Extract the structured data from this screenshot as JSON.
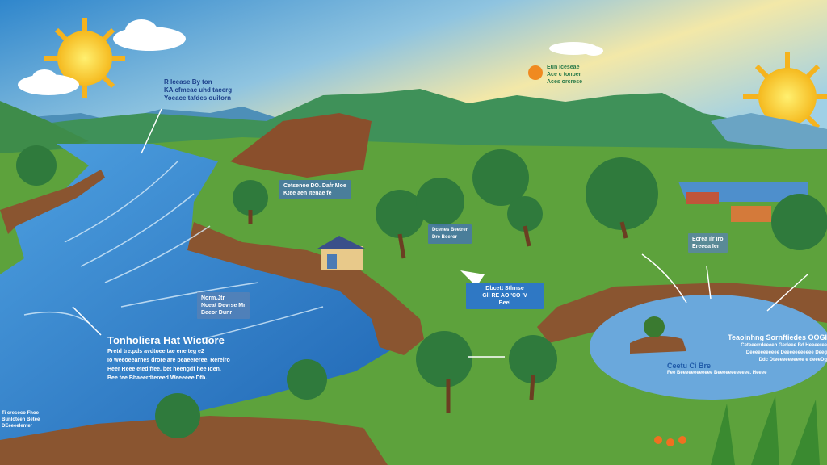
{
  "colors": {
    "sky_top": "#3a8fd0",
    "sky_horizon": "#f2e7a4",
    "river": "#2f7cc8",
    "grass": "#5da23c",
    "bank": "#8a5530",
    "mountain": "#3b8a5a"
  },
  "labels": {
    "top_left": [
      "R Icease By ton",
      "KA cfmeac uhd tacerg",
      "Yoeace tafdes ouiforn"
    ],
    "top_center": [
      "Eun Iceseae",
      "Ace c tonber",
      "Aces orcrese"
    ],
    "hill_box": [
      "Cetsenoe DO. Dafr Moe",
      "Ktee aen Itenae fe"
    ],
    "river_box": [
      "Norm.Jtr",
      "Nceat Devrse Mr",
      "Beeor Dunr"
    ],
    "river_heading": "Tonholiera Hat Wicuore",
    "river_text": [
      "Pretd tre.pds avdtoee tae ene teg e2",
      "Io weeoeearnes drore are peaeereree. Rerelro",
      "Heer Reee etediffee. bet heengdf hee Iden.",
      "Bee tee Bhaeerdtereed Weeeeee Dfb."
    ],
    "center_box": [
      "Dcenes Beetrer",
      "Dre Beeror"
    ],
    "bird_box": [
      "Dbcett Stlrnse",
      "Gll RE AO 'CO 'V",
      "Beel"
    ],
    "right_box": [
      "Ecrea Ilr Iro",
      "Ereeea Ier"
    ],
    "pond_heading": "Teaoinhng Sornftiedes OOGI",
    "pond_text": [
      "Ceteeerrdeeeeh Gerleee Bd Heeeeree",
      "Deeeeeeeeeee Deeeeeeeeeee Deeg",
      "Ddc Dteeeeeeeeeee e deeeDg"
    ],
    "pond_box_title": "Ceetu Ci Bre",
    "pond_box_text": "Fee Beeeeeeeeeeee Beeeeeeeeeeee. Heeee",
    "bottom_left": [
      "Ti cresoco Fhoe",
      "Bunloteen Betee",
      "DEeeeelenter"
    ]
  }
}
